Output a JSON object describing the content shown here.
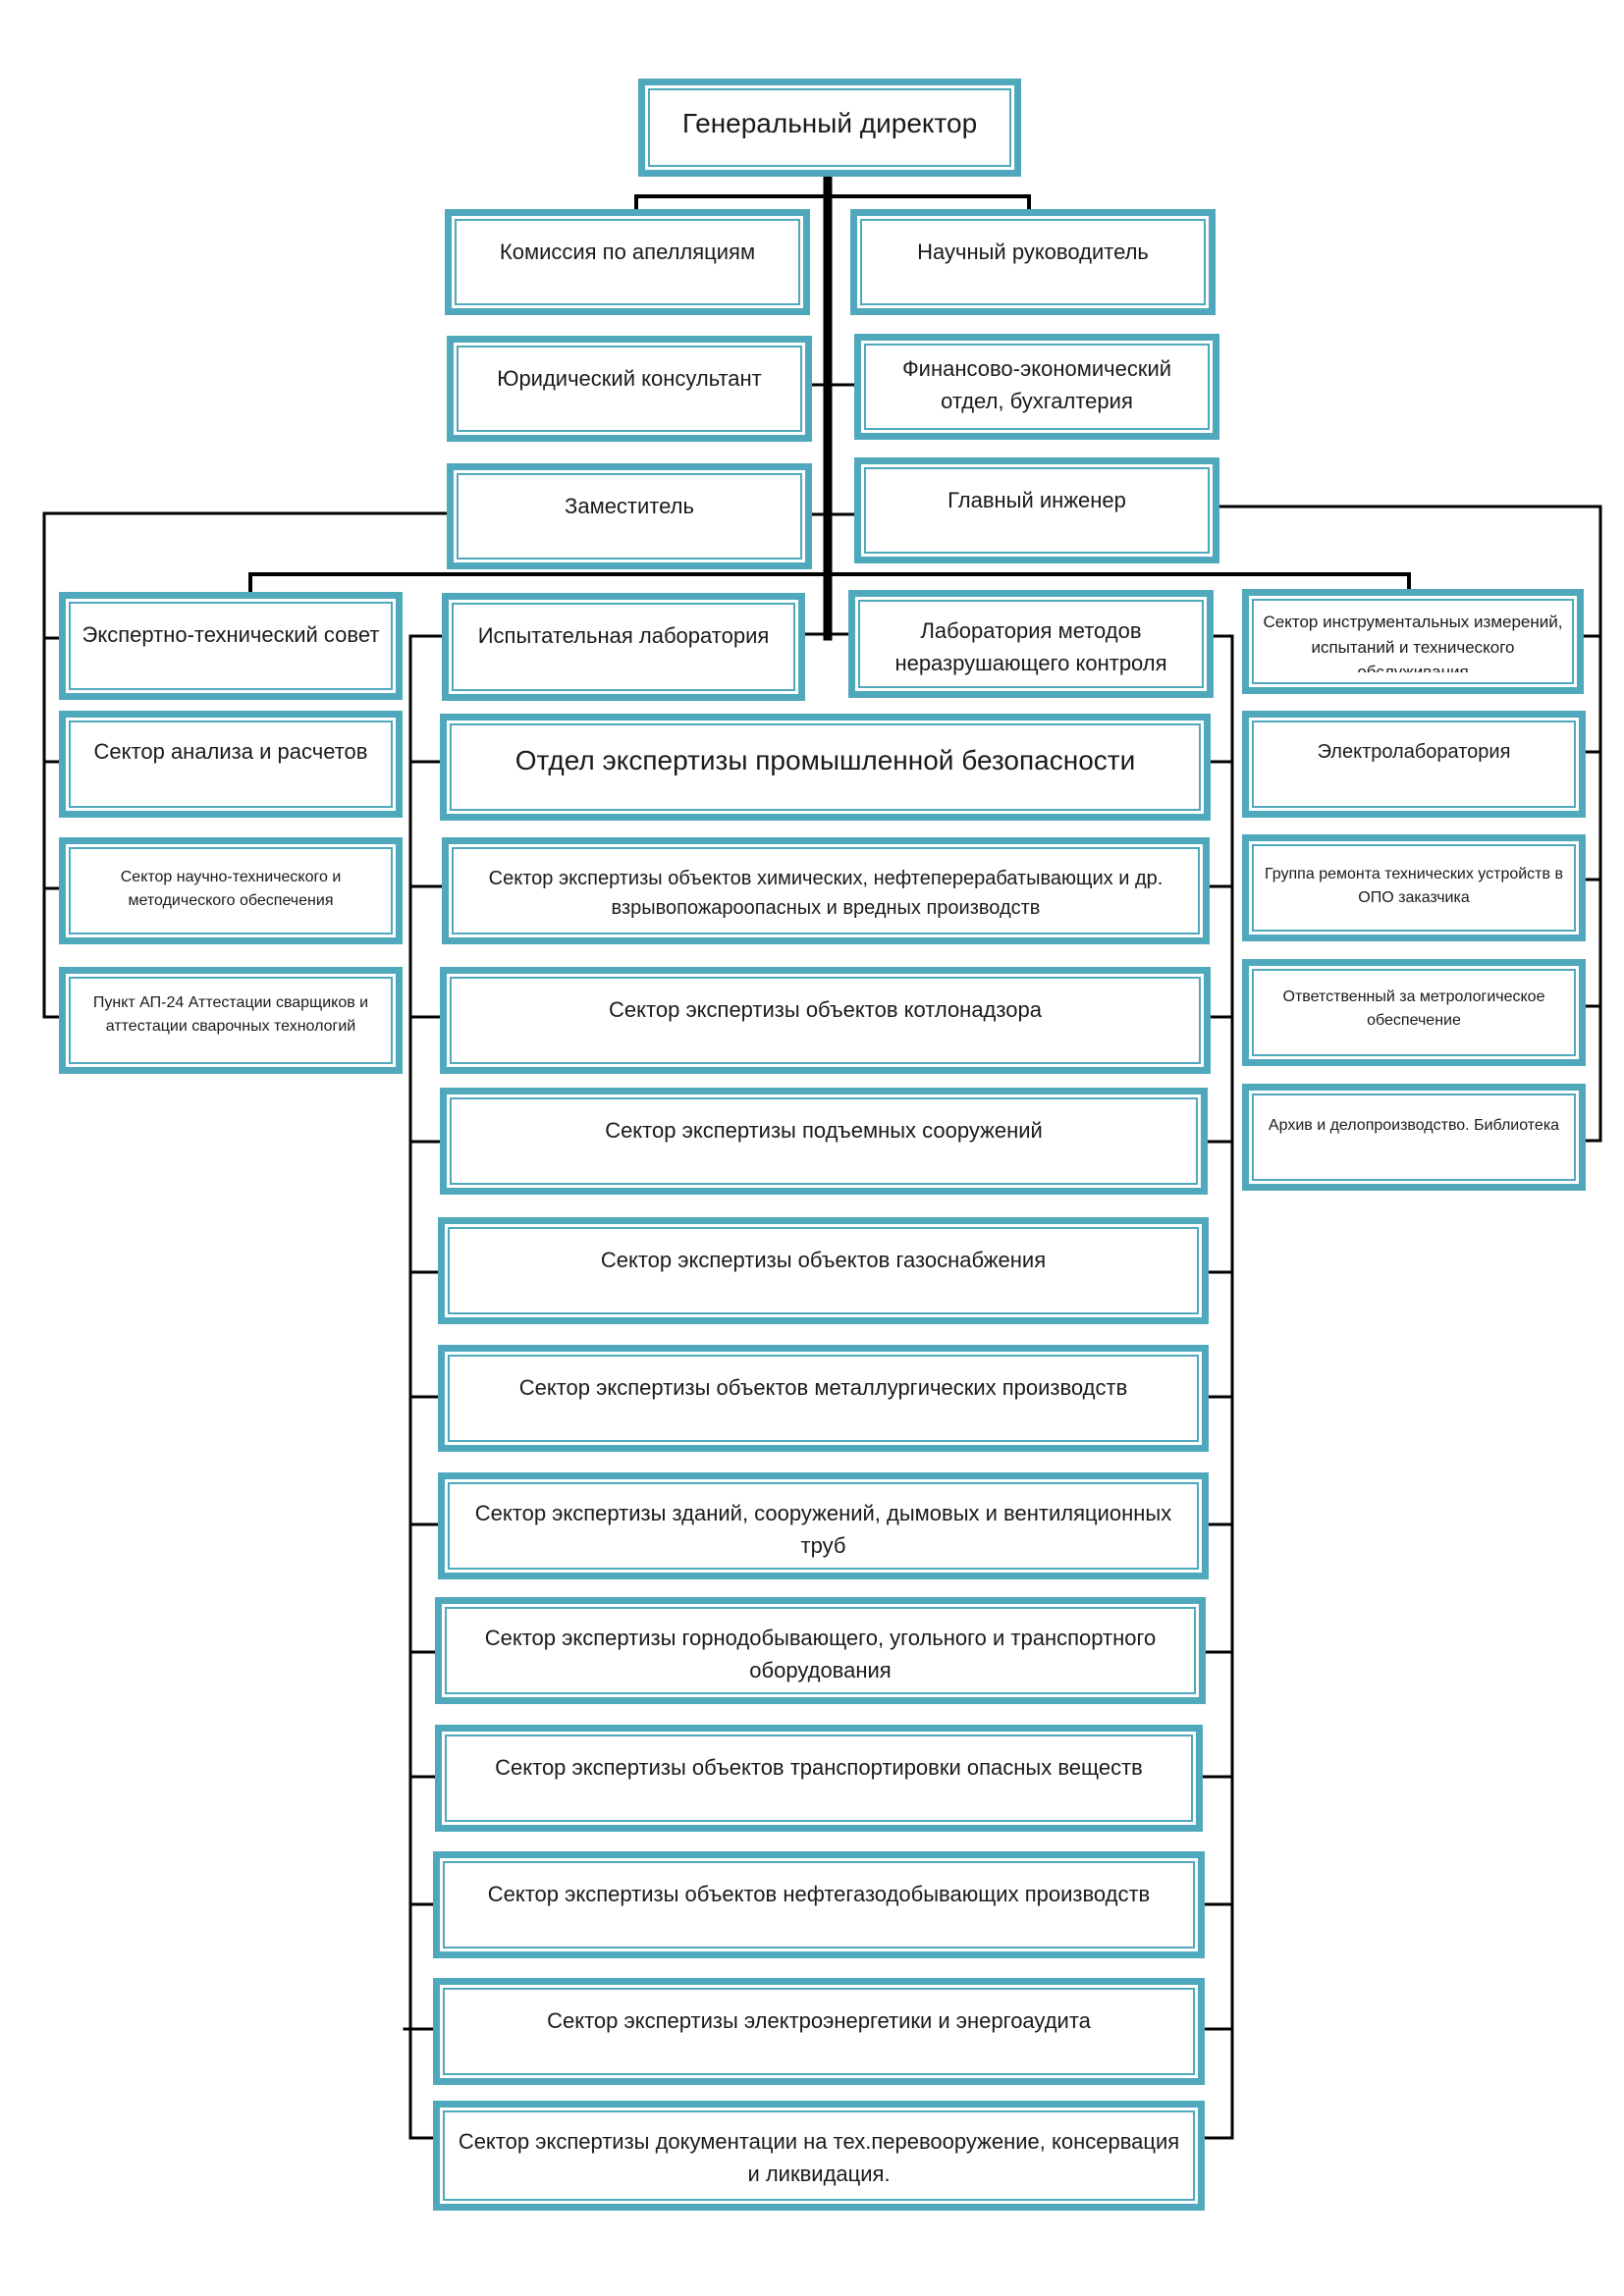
{
  "chart_data": {
    "type": "org_chart",
    "root": "Генеральный директор",
    "nodes": {
      "ceo": "Генеральный директор",
      "appeals": "Комиссия по апелляциям",
      "scientific": "Научный руководитель",
      "legal": "Юридический консультант",
      "finance": "Финансово-экономический отдел, бухгалтерия",
      "deputy": "Заместитель",
      "chief_engineer": "Главный инженер",
      "expert_council": "Экспертно-технический совет",
      "test_lab": "Испытательная лаборатория",
      "ndt_lab": "Лаборатория методов неразрушающего контроля",
      "instrument_sector": "Сектор инструментальных измерений, испытаний и технического обслуживания",
      "analysis_sector": "Сектор анализа и расчетов",
      "safety_dept": "Отдел экспертизы промышленной безопасности",
      "electrolab": "Электролаборатория",
      "methodical_sector": "Сектор научно-технического и методического обеспечения",
      "chem_sector": "Сектор экспертизы объектов химических, нефтеперерабатывающих и др. взрывопожароопасных и вредных производств",
      "repair_group": "Группа ремонта технических устройств в ОПО заказчика",
      "ap24": "Пункт АП-24 Аттестации сварщиков и аттестации сварочных технологий",
      "boiler_sector": "Сектор экспертизы объектов котлонадзора",
      "metrology": "Ответственный за метрологическое обеспечение",
      "lifting_sector": "Сектор экспертизы подъемных сооружений",
      "archive": "Архив и делопроизводство. Библиотека",
      "gas_sector": "Сектор экспертизы объектов газоснабжения",
      "metallurgy_sector": "Сектор экспертизы объектов металлургических производств",
      "buildings_sector": "Сектор экспертизы зданий, сооружений, дымовых и вентиляционных труб",
      "mining_sector": "Сектор экспертизы горнодобывающего, угольного и транспортного оборудования",
      "transport_sector": "Сектор экспертизы объектов транспортировки опасных веществ",
      "oilgas_sector": "Сектор экспертизы объектов нефтегазодобывающих производств",
      "power_sector": "Сектор экспертизы электроэнергетики и энергоаудита",
      "docs_sector": "Сектор экспертизы документации на тех.перевооружение, консервация и ликвидация."
    },
    "edges": [
      [
        "ceo",
        "appeals"
      ],
      [
        "ceo",
        "scientific"
      ],
      [
        "ceo",
        "legal"
      ],
      [
        "ceo",
        "finance"
      ],
      [
        "ceo",
        "deputy"
      ],
      [
        "ceo",
        "chief_engineer"
      ],
      [
        "ceo",
        "test_lab"
      ],
      [
        "ceo",
        "ndt_lab"
      ],
      [
        "ceo",
        "expert_council"
      ],
      [
        "ceo",
        "instrument_sector"
      ],
      [
        "deputy",
        "expert_council"
      ],
      [
        "deputy",
        "analysis_sector"
      ],
      [
        "deputy",
        "methodical_sector"
      ],
      [
        "deputy",
        "ap24"
      ],
      [
        "chief_engineer",
        "instrument_sector"
      ],
      [
        "chief_engineer",
        "electrolab"
      ],
      [
        "chief_engineer",
        "repair_group"
      ],
      [
        "chief_engineer",
        "metrology"
      ],
      [
        "chief_engineer",
        "archive"
      ],
      [
        "test_lab",
        "safety_dept"
      ],
      [
        "test_lab",
        "chem_sector"
      ],
      [
        "test_lab",
        "boiler_sector"
      ],
      [
        "test_lab",
        "lifting_sector"
      ],
      [
        "test_lab",
        "gas_sector"
      ],
      [
        "test_lab",
        "metallurgy_sector"
      ],
      [
        "test_lab",
        "buildings_sector"
      ],
      [
        "test_lab",
        "mining_sector"
      ],
      [
        "test_lab",
        "transport_sector"
      ],
      [
        "test_lab",
        "oilgas_sector"
      ],
      [
        "test_lab",
        "power_sector"
      ],
      [
        "test_lab",
        "docs_sector"
      ],
      [
        "ndt_lab",
        "safety_dept"
      ],
      [
        "ndt_lab",
        "chem_sector"
      ],
      [
        "ndt_lab",
        "boiler_sector"
      ],
      [
        "ndt_lab",
        "lifting_sector"
      ],
      [
        "ndt_lab",
        "gas_sector"
      ],
      [
        "ndt_lab",
        "metallurgy_sector"
      ],
      [
        "ndt_lab",
        "buildings_sector"
      ],
      [
        "ndt_lab",
        "mining_sector"
      ],
      [
        "ndt_lab",
        "transport_sector"
      ],
      [
        "ndt_lab",
        "oilgas_sector"
      ],
      [
        "ndt_lab",
        "power_sector"
      ],
      [
        "ndt_lab",
        "docs_sector"
      ]
    ]
  },
  "style": {
    "border_color": "#4fa8bb",
    "line_color": "#000000"
  }
}
